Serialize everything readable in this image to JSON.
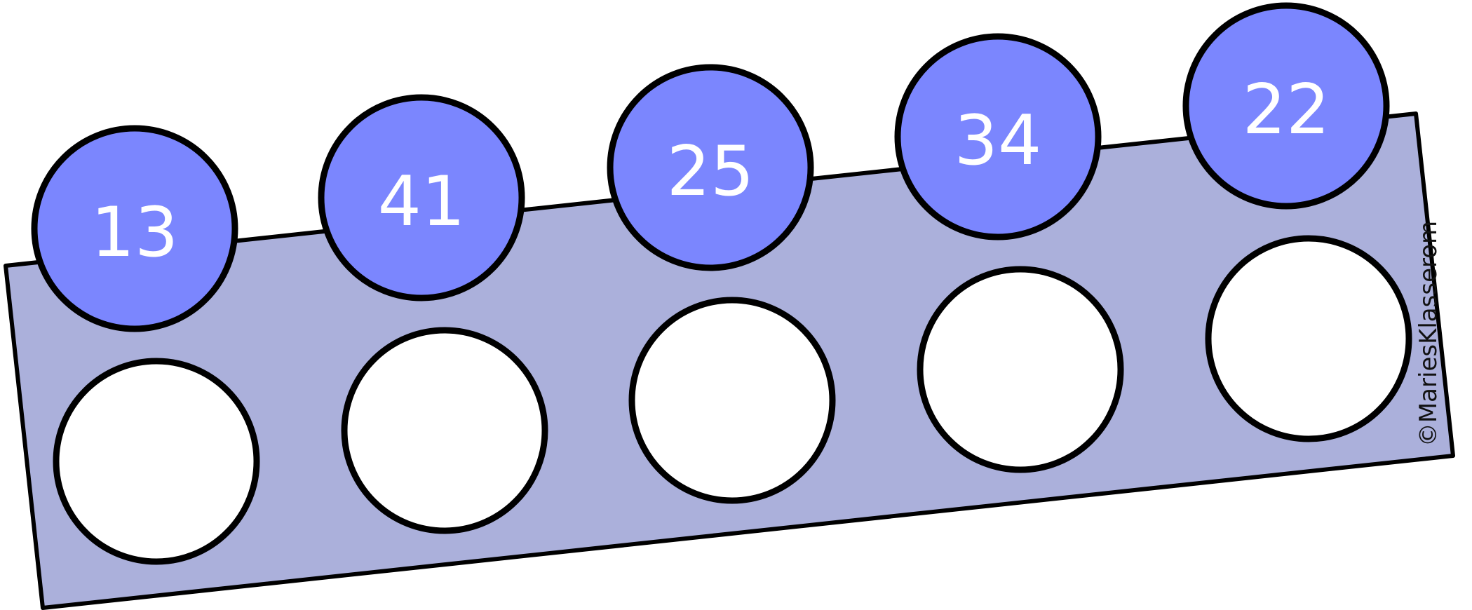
{
  "colors": {
    "strip_fill": "#abb0db",
    "number_circle_fill": "#7b86fe",
    "empty_circle_fill": "#ffffff",
    "outline": "#000000",
    "number_text": "#ffffff"
  },
  "numbers": [
    "13",
    "41",
    "25",
    "34",
    "22"
  ],
  "credit": "©MariesKlasserom"
}
